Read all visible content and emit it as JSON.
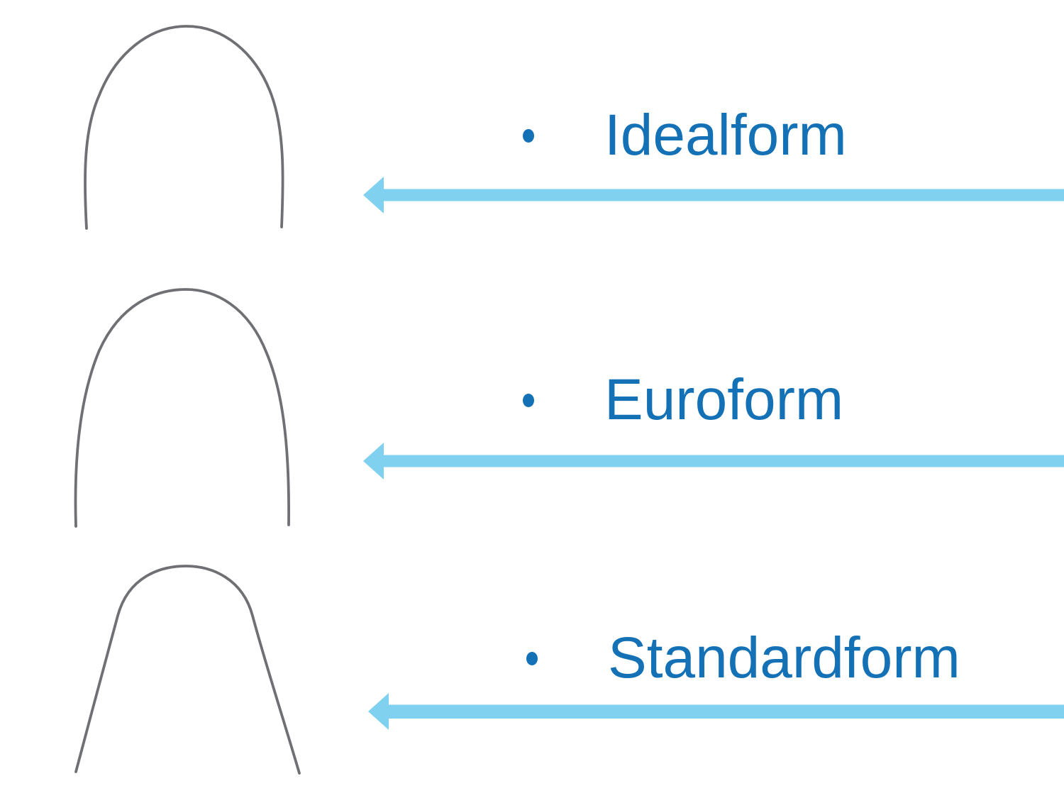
{
  "slide": {
    "background": "#ffffff",
    "description": "Three orthodontic archwire form shapes, each pointed to by a light blue left arrow with a blue bulleted label"
  },
  "colors": {
    "label_blue": "#1471b5",
    "arrow_blue": "#7fd1ef",
    "wire_gray": "#5f6065",
    "background": "#ffffff"
  },
  "icons": {
    "bullet": "round-dot",
    "arrow": "left-pointing-arrow",
    "wire": "archwire-curve"
  },
  "rows": [
    {
      "label": "Idealform"
    },
    {
      "label": "Euroform"
    },
    {
      "label": "Standardform"
    }
  ]
}
